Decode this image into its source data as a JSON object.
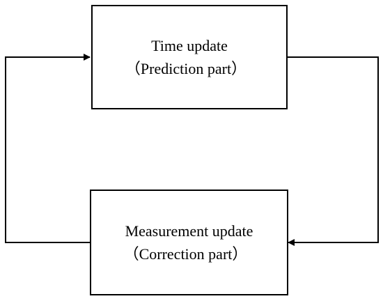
{
  "diagram": {
    "top_box": {
      "title": "Time update",
      "subtitle": "（Prediction part）"
    },
    "bottom_box": {
      "title": "Measurement update",
      "subtitle": "（Correction part）"
    },
    "colors": {
      "stroke": "#000000",
      "background": "#ffffff"
    }
  }
}
